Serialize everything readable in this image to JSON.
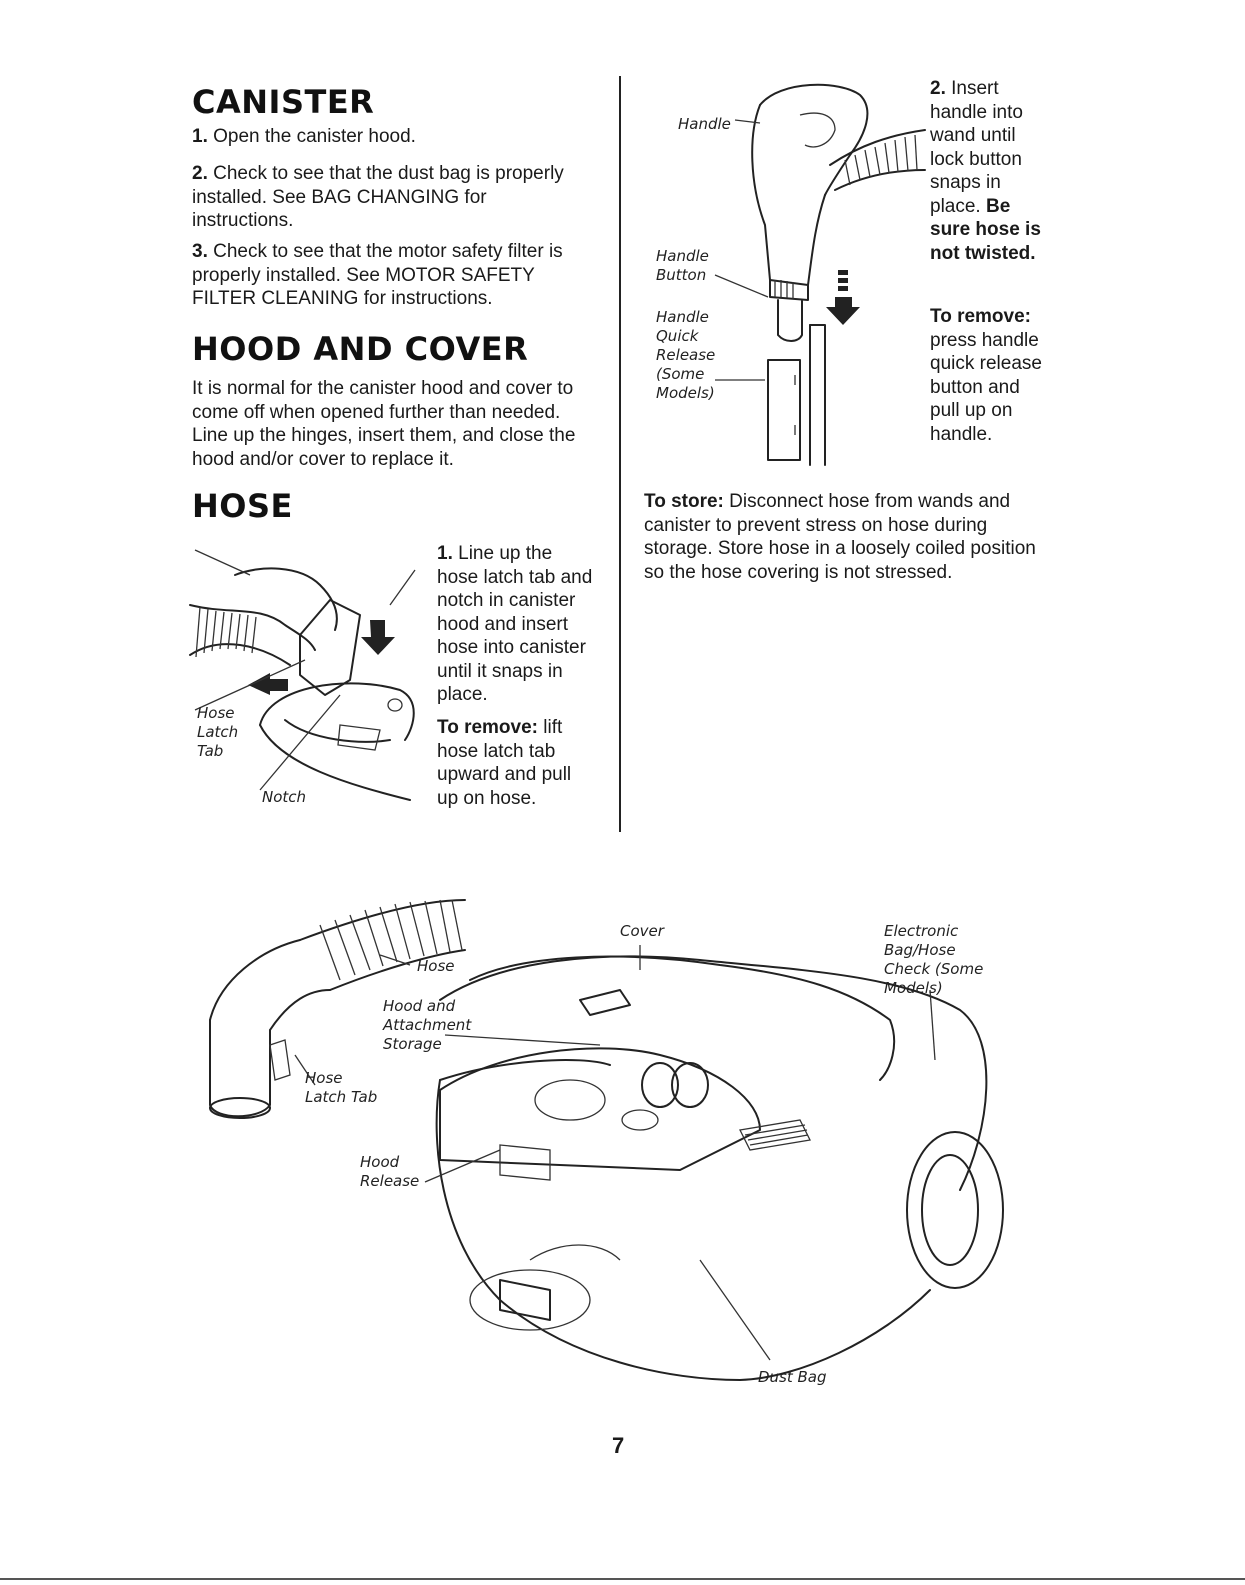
{
  "canister": {
    "title": "CANISTER",
    "steps": [
      {
        "num": "1.",
        "text": "Open the canister hood."
      },
      {
        "num": "2.",
        "text": "Check to see that the dust bag is properly installed. See BAG CHANGING for instructions."
      },
      {
        "num": "3.",
        "text": "Check to see that the motor safety filter is properly installed. See MOTOR SAFETY FILTER CLEANING for instructions."
      }
    ]
  },
  "hood_cover": {
    "title": "HOOD AND COVER",
    "text": "It is normal for the canister hood and cover to come off when opened further than needed. Line up the hinges, insert them, and close the hood and/or cover to replace it."
  },
  "hose": {
    "title": "HOSE",
    "step1_num": "1.",
    "step1_text": "Line up the hose latch tab and notch in canister hood and insert hose into canister until it snaps in place.",
    "remove_label": "To remove:",
    "remove_text": "lift hose latch tab upward and pull up on hose.",
    "fig_labels": {
      "hose_latch_tab": "Hose Latch Tab",
      "notch": "Notch"
    }
  },
  "handle": {
    "step2_num": "2.",
    "step2_text": "Insert handle into wand until lock button snaps in place.",
    "step2_bold": "Be sure hose is not twisted.",
    "remove_label": "To remove:",
    "remove_text": "press handle quick release button and pull up on handle.",
    "fig_labels": {
      "handle": "Handle",
      "handle_button": "Handle Button",
      "quick_release": "Handle Quick Release (Some Models)"
    }
  },
  "store": {
    "label": "To store:",
    "text": "Disconnect hose from wands and canister to prevent stress on hose during storage. Store hose in a loosely coiled position so the hose covering is not stressed."
  },
  "main_figure": {
    "labels": {
      "cover": "Cover",
      "electronic": "Electronic Bag/Hose Check (Some Models)",
      "hose": "Hose",
      "hood_storage": "Hood and Attachment Storage",
      "hose_latch_tab": "Hose Latch Tab",
      "hood_release": "Hood Release",
      "dust_bag": "Dust Bag"
    }
  },
  "page_number": "7"
}
